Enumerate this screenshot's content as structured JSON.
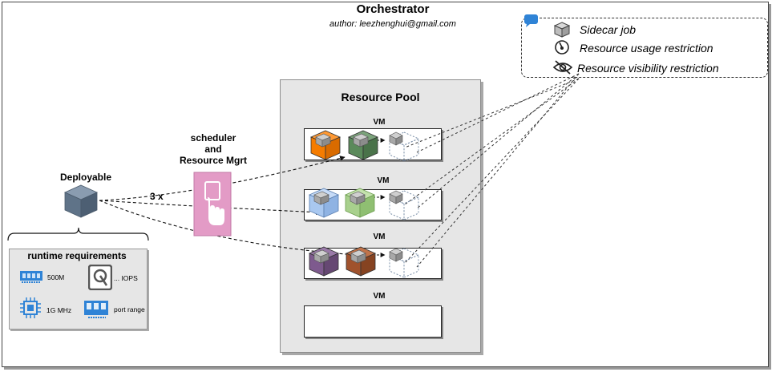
{
  "header": {
    "title": "Orchestrator",
    "author": "author: leezhenghui@gmail.com"
  },
  "legend": {
    "items": [
      {
        "label": "Sidecar job",
        "icon": "box-icon"
      },
      {
        "label": "Resource usage restriction",
        "icon": "gauge-icon"
      },
      {
        "label": "Resource visibility restriction",
        "icon": "eye-slash-icon"
      }
    ],
    "badge_icon": "speech-bubble-icon"
  },
  "pool": {
    "title": "Resource Pool",
    "vms": [
      {
        "label": "VM",
        "apps": [
          "orange",
          "green"
        ]
      },
      {
        "label": "VM",
        "apps": [
          "blue",
          "light-green"
        ]
      },
      {
        "label": "VM",
        "apps": [
          "purple",
          "brown"
        ]
      },
      {
        "label": "VM",
        "apps": []
      }
    ]
  },
  "scheduler": {
    "line1": "scheduler",
    "line2": "and",
    "line3": "Resource Mgrt"
  },
  "deployable": {
    "label": "Deployable",
    "multiplier": "3 x"
  },
  "runtime": {
    "title": "runtime requirements",
    "memory": "500M",
    "iops": "... IOPS",
    "cpu": "1G MHz",
    "ports": "port range"
  },
  "colors": {
    "orange": "#f57c00",
    "green": "#5b8a5b",
    "blue": "#a9c8f0",
    "light_green": "#a8d08d",
    "purple": "#7e5a8e",
    "brown": "#a0522d",
    "grey_box": "#5f7388",
    "scheduler_pink": "#e39bc6",
    "accent_blue": "#2f83d6"
  }
}
